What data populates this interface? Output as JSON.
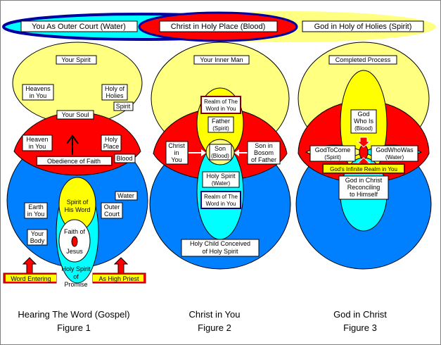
{
  "header": {
    "outer": "You As Outer Court (Water)",
    "holy_place": "Christ in Holy Place (Blood)",
    "holy_of_holies": "God in Holy of Holies (Spirit)"
  },
  "figure1": {
    "your_spirit": "Your Spirit",
    "heavens_in_you": [
      "Heavens",
      "in You"
    ],
    "holy_of_holies": [
      "Holy of",
      "Holies"
    ],
    "spirit": "Spirit",
    "your_soul": "Your Soul",
    "heaven_in_you": [
      "Heaven",
      "in You"
    ],
    "holy_place": [
      "Holy",
      "Place"
    ],
    "blood": "Blood",
    "obedience": "Obedience of Faith",
    "water": "Water",
    "earth_in_you": [
      "Earth",
      "in You"
    ],
    "outer_court": [
      "Outer",
      "Court"
    ],
    "your_body": [
      "Your",
      "Body"
    ],
    "spirit_of_word": [
      "Spirit of",
      "His Word"
    ],
    "faith_of": "Faith of",
    "jesus": "Jesus",
    "holy_spirit_promise": [
      "Holy Spirit",
      "of",
      "Promise"
    ],
    "word_entering": "Word Entering",
    "as_high_priest": "As High Priest",
    "caption_title": "Hearing The Word (Gospel)",
    "caption_fig": "Figure 1"
  },
  "figure2": {
    "your_inner_man": "Your Inner Man",
    "realm_top": [
      "Realm of The",
      "Word in You"
    ],
    "father": [
      "Father",
      "(Spirit)"
    ],
    "christ_in_you": [
      "Christ",
      "in",
      "You"
    ],
    "son": [
      "Son",
      "(Blood)"
    ],
    "son_in_bosom": [
      "Son in",
      "Bosom",
      "of Father"
    ],
    "holy_spirit": [
      "Holy Spirit",
      "(Water)"
    ],
    "realm_bottom": [
      "Realm of The",
      "Word in You"
    ],
    "holy_child": [
      "Holy Child Conceived",
      "of Holy Spirit"
    ],
    "caption_title": "Christ in You",
    "caption_fig": "Figure 2"
  },
  "figure3": {
    "completed": "Completed Process",
    "god_who_is": [
      "God",
      "Who Is",
      "(Blood)"
    ],
    "god_to_come": [
      "GodToCome",
      "(Spirit)"
    ],
    "god_who_was": [
      "GodWhoWas",
      "(Water)"
    ],
    "infinite_realm": "God's Infinite Realm in You",
    "god_in_christ": [
      "God in Christ",
      "Reconciling",
      "to Himself"
    ],
    "caption_title": "God in Christ",
    "caption_fig": "Figure 3"
  },
  "colors": {
    "yellow": "#ffff80",
    "red": "#ff0000",
    "blue": "#0080ff",
    "cyan": "#00ffff",
    "dark_yellow": "#ffff00",
    "label_border_red": "#800000",
    "header_border_blue": "#0000a0"
  }
}
